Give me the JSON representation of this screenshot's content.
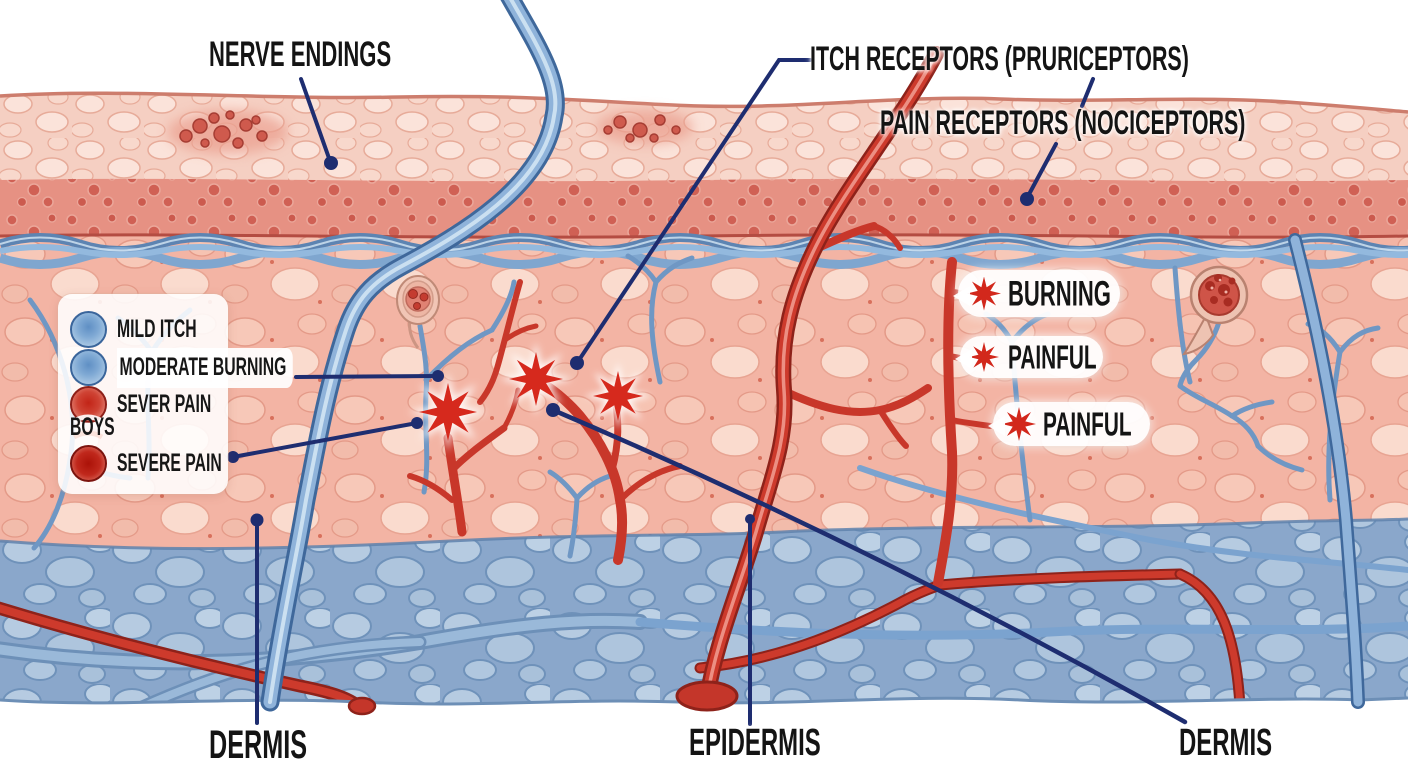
{
  "annotations": {
    "nerve_endings": "NERVE ENDINGS",
    "itch_receptors": "ITCH RECEPTORS (PRURICEPTORS)",
    "pain_receptors": "PAIN RECEPTORS (NOCICEPTORS)"
  },
  "layers": {
    "dermis_left": "DERMIS",
    "epidermis": "EPIDERMIS",
    "dermis_right": "DERMIS"
  },
  "legend": {
    "items": [
      {
        "icon": "blue-gradient-circle",
        "label": "MILD ITCH"
      },
      {
        "icon": "blue-gradient-circle",
        "label": "MODERATE BURNING"
      },
      {
        "icon": "red-gradient-circle",
        "label": "SEVER PAIN"
      },
      {
        "icon": "faint-layered-arcs",
        "label": "BOYS"
      },
      {
        "icon": "dark-red-gradient-circle",
        "label": "SEVERE PAIN"
      }
    ]
  },
  "callouts": [
    {
      "icon": "red-starburst",
      "label": "BURNING"
    },
    {
      "icon": "red-starburst",
      "label": "PAINFUL"
    },
    {
      "icon": "red-starburst",
      "label": "PAINFUL"
    }
  ],
  "colors": {
    "leader_line": "#1e2d70",
    "starburst_red": "#d6291d",
    "vessel_red": "#cd3a2c",
    "vessel_blue": "#8fb3da",
    "dermis_pink": "#f3b4a4",
    "hypodermis_blue": "#93afd0",
    "text": "#141414"
  }
}
